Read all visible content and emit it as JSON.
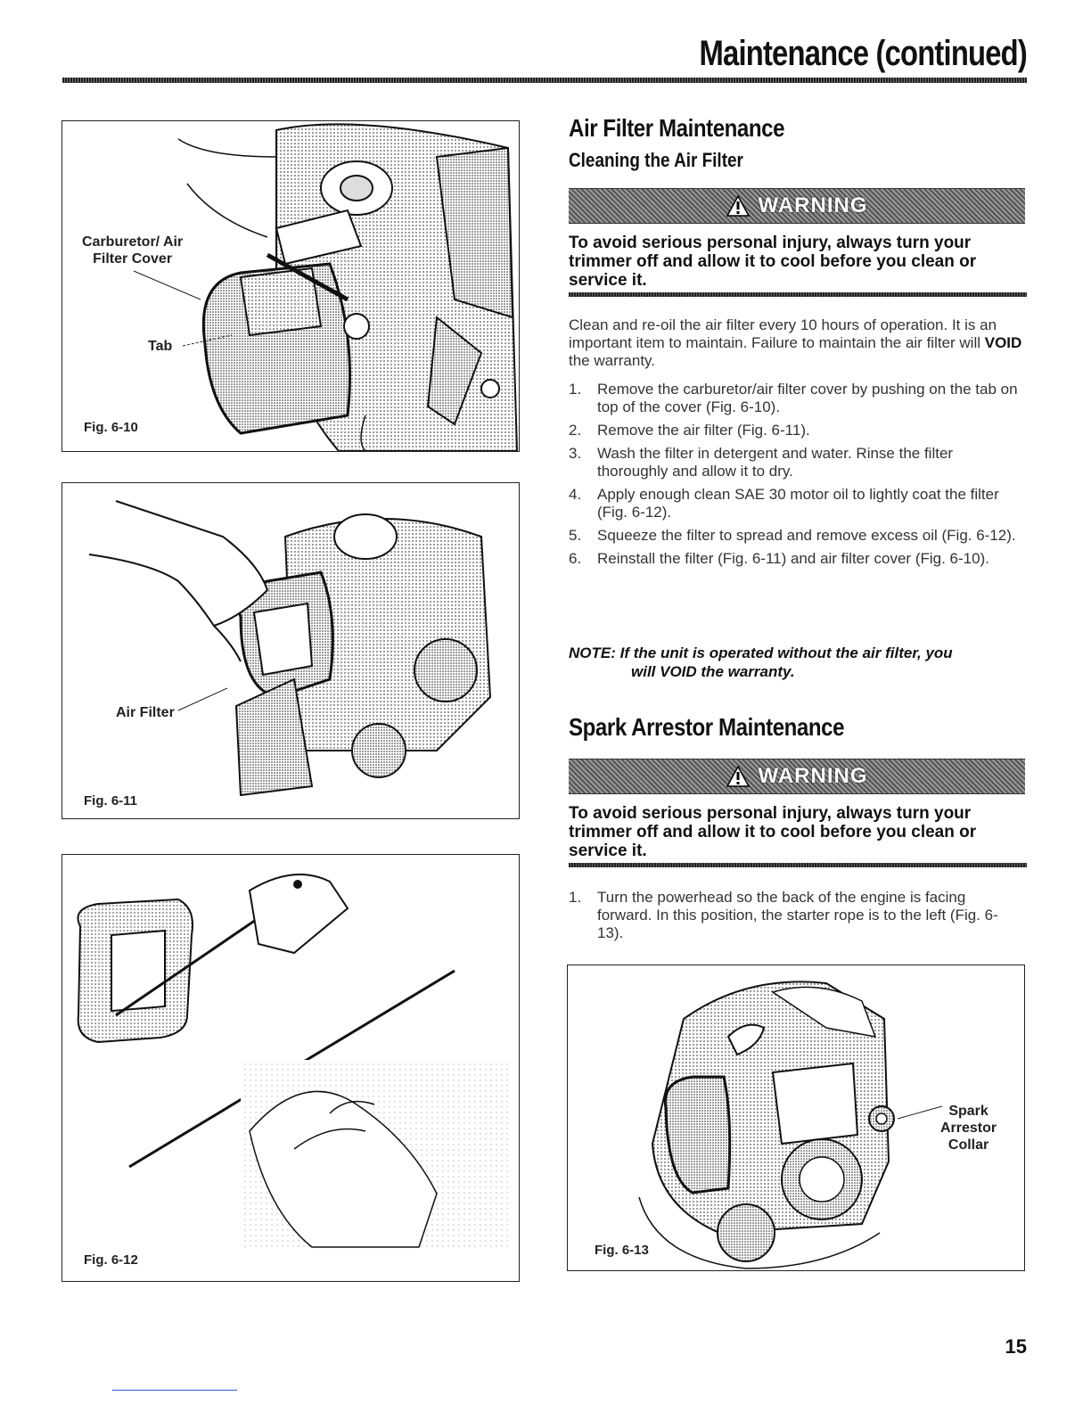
{
  "header": {
    "title": "Maintenance (continued)"
  },
  "figures": {
    "fig1": {
      "label": "Fig. 6-10",
      "callout_cover": "Carburetor/ Air\nFilter Cover",
      "callout_tab": "Tab"
    },
    "fig2": {
      "label": "Fig. 6-11",
      "callout_filter": "Air Filter"
    },
    "fig3": {
      "label": "Fig. 6-12"
    },
    "fig4": {
      "label": "Fig. 6-13",
      "callout_spark": "Spark\nArrestor\nCollar"
    }
  },
  "air_filter": {
    "heading": "Air Filter Maintenance",
    "subheading": "Cleaning the Air Filter",
    "warning_label": "WARNING",
    "warning_text": "To avoid serious personal injury, always turn your trimmer off and allow it to cool before you clean or service it.",
    "intro_part1": "Clean and re-oil the air filter every 10 hours of operation. It is an important item to maintain. Failure to maintain the air filter will ",
    "intro_bold": "VOID",
    "intro_part2": " the warranty.",
    "steps": [
      {
        "num": "1.",
        "text": "Remove the carburetor/air filter cover by pushing on the tab on top of the cover (Fig. 6-10)."
      },
      {
        "num": "2.",
        "text": "Remove the air filter (Fig. 6-11)."
      },
      {
        "num": "3.",
        "text": "Wash the filter in detergent and water. Rinse the filter thoroughly and allow it to dry."
      },
      {
        "num": "4.",
        "text": "Apply enough clean SAE 30 motor oil to lightly coat the filter (Fig. 6-12)."
      },
      {
        "num": "5.",
        "text": "Squeeze the filter to spread and remove excess oil (Fig. 6-12)."
      },
      {
        "num": "6.",
        "text": "Reinstall the filter (Fig. 6-11) and air filter cover (Fig. 6-10)."
      }
    ],
    "note_line1": "NOTE: If the unit is operated without the air filter, you",
    "note_line2": "will VOID the warranty."
  },
  "spark_arrestor": {
    "heading": "Spark Arrestor Maintenance",
    "warning_label": "WARNING",
    "warning_text": "To avoid serious personal injury, always turn your trimmer off and allow it to cool before you clean or service it.",
    "steps": [
      {
        "num": "1.",
        "text": "Turn the powerhead so the back of the engine is facing forward. In this position, the starter rope is to the left (Fig. 6-13)."
      }
    ]
  },
  "page_number": "15"
}
